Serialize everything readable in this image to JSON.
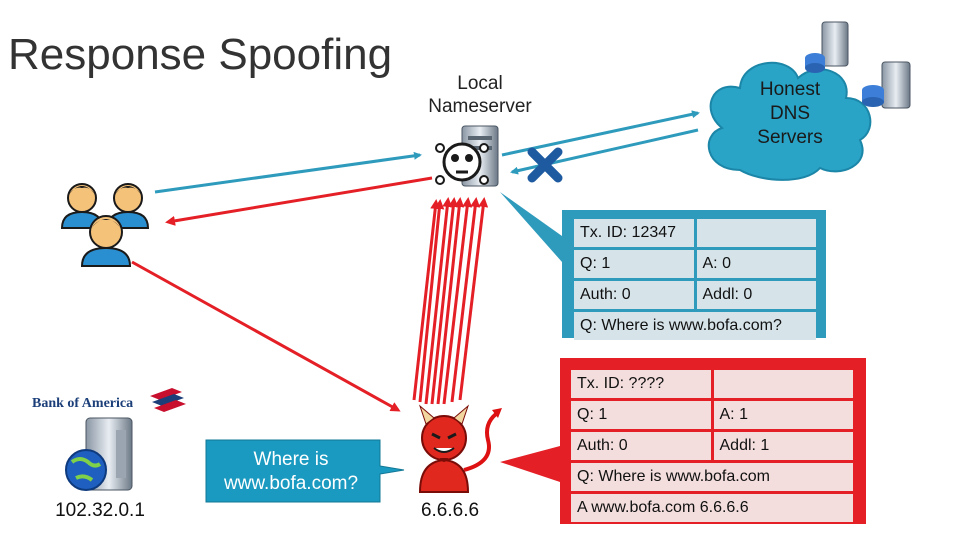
{
  "title": "Response Spoofing",
  "local_nameserver": {
    "line1": "Local",
    "line2": "Nameserver"
  },
  "honest_dns": {
    "line1": "Honest",
    "line2": "DNS",
    "line3": "Servers"
  },
  "bank": {
    "logo_text": "Bank of America",
    "ip": "102.32.0.1"
  },
  "attacker": {
    "ip": "6.6.6.6"
  },
  "bubble": {
    "line1": "Where is",
    "line2": "www.bofa.com?"
  },
  "honest_packet": {
    "txid": "Tx. ID: 12347",
    "q": "Q: 1",
    "a": "A: 0",
    "auth": "Auth: 0",
    "addl": "Addl: 0",
    "question": "Q: Where is www.bofa.com?"
  },
  "spoof_packet": {
    "txid": "Tx. ID: ????",
    "q": "Q: 1",
    "a": "A: 1",
    "auth": "Auth: 0",
    "addl": "Addl: 1",
    "question": "Q: Where is www.bofa.com",
    "answer": "A www.bofa.com 6.6.6.6"
  },
  "colors": {
    "blue_arrow": "#2e9bbd",
    "red_arrow": "#e41f26",
    "cloud": "#29a3c6",
    "bubble": "#1a9ac0",
    "callout_red": "#e41f26"
  },
  "icons": [
    "users-icon",
    "server-icon",
    "skull-icon",
    "cross-icon",
    "devil-icon",
    "globe-icon",
    "database-icon"
  ]
}
